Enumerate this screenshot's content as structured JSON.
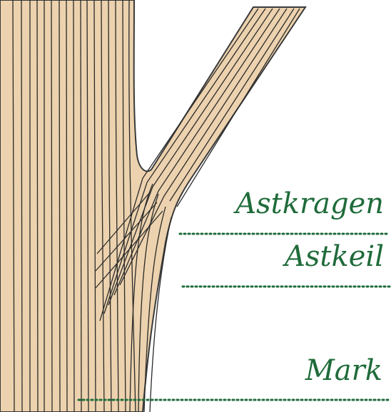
{
  "labels": {
    "astkragen": "Astkragen",
    "astkeil": "Astkeil",
    "mark": "Mark"
  },
  "colors": {
    "wood": "#ecd2ae",
    "grain": "#2a2a2a",
    "label_green": "#1f6b3a",
    "background": "#ffffff"
  }
}
